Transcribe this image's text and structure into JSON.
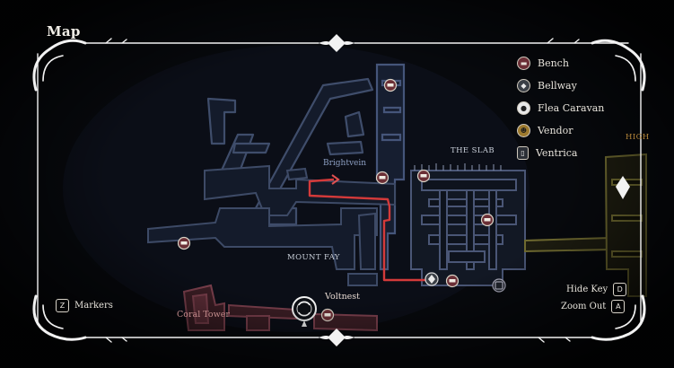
{
  "title": "Map",
  "legend": [
    {
      "label": "Bench",
      "icon": "bench-icon",
      "glyph": "▬"
    },
    {
      "label": "Bellway",
      "icon": "bellway-icon",
      "glyph": "◆"
    },
    {
      "label": "Flea Caravan",
      "icon": "flea-caravan-icon",
      "glyph": "●"
    },
    {
      "label": "Vendor",
      "icon": "vendor-icon",
      "glyph": "☻"
    },
    {
      "label": "Ventrica",
      "icon": "ventrica-icon",
      "glyph": "▯"
    }
  ],
  "areas": {
    "the_slab": "THE SLAB",
    "brightvein": "Brightvein",
    "mount_fay": "MOUNT FAY",
    "coral_tower": "Coral Tower",
    "voltnest": "Voltnest",
    "high": "HIGH"
  },
  "controls": {
    "markers": {
      "key": "Z",
      "label": "Markers"
    },
    "hide_key": {
      "key": "D",
      "label": "Hide Key"
    },
    "zoom_out": {
      "key": "A",
      "label": "Zoom Out"
    }
  },
  "colors": {
    "map_stroke": "#3d4a66",
    "map_fill": "#151c2c",
    "path_red": "#d43a3a",
    "frame": "#f2f2f2",
    "coral": "#6e3a46",
    "high_zone": "#6f6a30"
  }
}
